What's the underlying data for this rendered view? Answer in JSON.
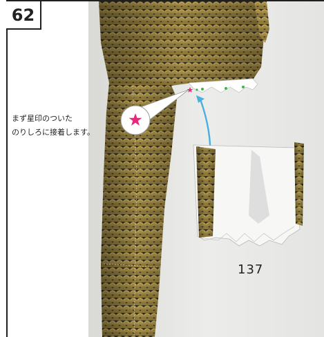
{
  "step": {
    "number": "62"
  },
  "instruction": {
    "line1": "まず星印のついた",
    "line2": "のりしろに接着します。"
  },
  "part": {
    "number": "137"
  },
  "colors": {
    "scale_dark": "#3a3424",
    "scale_gold": "#a89048",
    "star_magenta": "#e8287c",
    "dot_green": "#3bb54a",
    "arrow_blue": "#4aaee0",
    "background": "#e9e9e7"
  },
  "icons": {
    "star": "star-icon",
    "arrow": "arrow-up-icon"
  }
}
